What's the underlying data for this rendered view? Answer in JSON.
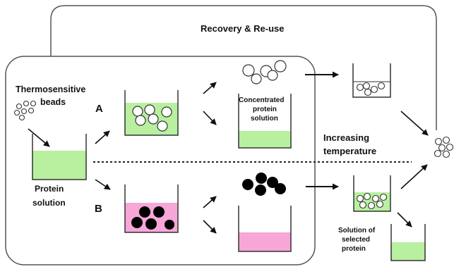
{
  "labels": {
    "recovery": "Recovery & Re-use",
    "thermo_line1": "Thermosensitive",
    "thermo_line2": "beads",
    "path_a": "A",
    "path_b": "B",
    "protein_line1": "Protein",
    "protein_line2": "solution",
    "concentrated_line1": "Concentrated",
    "concentrated_line2": "protein",
    "concentrated_line3": "solution",
    "increasing_line1": "Increasing",
    "increasing_line2": "temperature",
    "selected_line1": "Solution of",
    "selected_line2": "selected",
    "selected_line3": "protein"
  },
  "colors": {
    "green_solution": "#b8f0a0",
    "pink_solution": "#f7a6d8",
    "bead_dark": "#000000",
    "bead_light": "#ffffff",
    "line": "#333333"
  }
}
